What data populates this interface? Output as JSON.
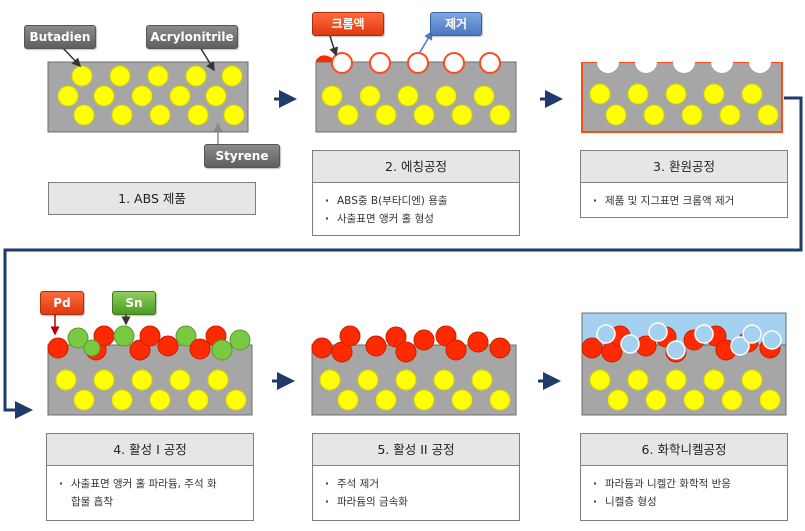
{
  "labels": {
    "butadiene": "Butadien",
    "acrylonitrile": "Acrylonitrile",
    "styrene": "Styrene",
    "chromic_acid": "크롬액",
    "removal": "제거",
    "pd": "Pd",
    "sn": "Sn"
  },
  "steps": [
    {
      "title": "1.  ABS 제품",
      "bullets": []
    },
    {
      "title": "2. 에칭공정",
      "bullets": [
        "ABS중 B(부타디엔) 용출",
        "사출표면 앵커 홀 형성"
      ]
    },
    {
      "title": "3.  환원공정",
      "bullets": [
        "제품 및 지그표면 크롬액 제거"
      ]
    },
    {
      "title": "4. 활성 I 공정",
      "bullets": [
        "사출표면 앵커 홀 파라듐, 주석 화합물 흡착"
      ]
    },
    {
      "title": "5. 활성 II 공정",
      "bullets": [
        "주석 제거",
        "파라듐의 금속화"
      ]
    },
    {
      "title": "6.  화학니켈공정",
      "bullets": [
        "파라듐과 니켈간 화학적 반응",
        "니켈층 형성"
      ]
    }
  ],
  "colors": {
    "substrate": "#a6a6a6",
    "butadiene": "#ffff00",
    "palladium": "#ff2a00",
    "tin": "#7ac943",
    "nickel": "#a3d1ef",
    "flow_arrow": "#1f3a6b"
  }
}
